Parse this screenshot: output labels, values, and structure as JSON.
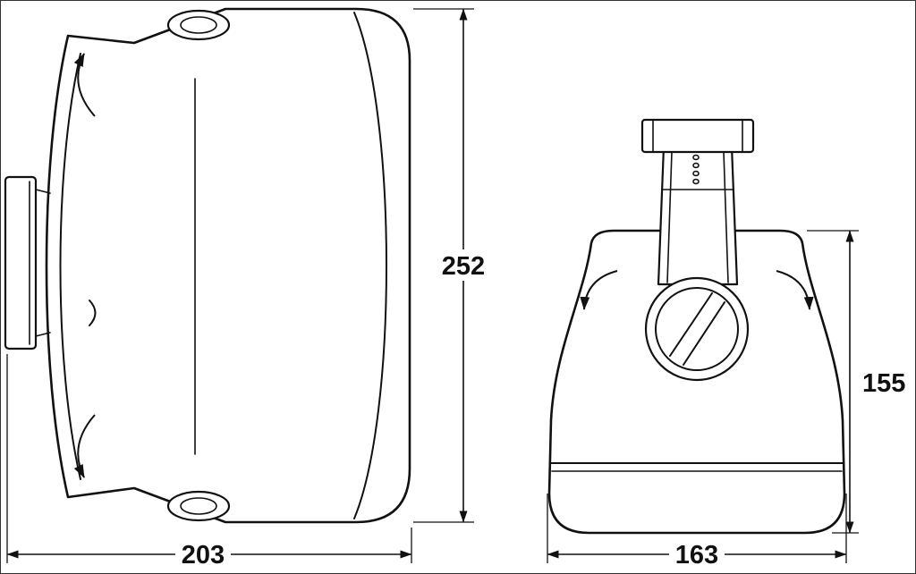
{
  "colors": {
    "line": "#111111",
    "background": "#ffffff"
  },
  "dims": {
    "side": {
      "height": "252",
      "width": "203"
    },
    "top": {
      "height": "155",
      "width": "163"
    }
  }
}
